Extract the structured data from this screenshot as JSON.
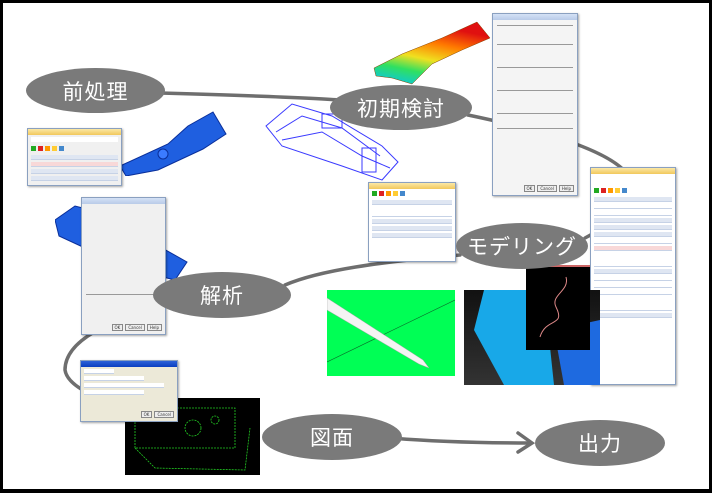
{
  "steps": {
    "preprocess": "前処理",
    "initial_study": "初期検討",
    "modeling": "モデリング",
    "analysis": "解析",
    "drawing": "図面",
    "output": "出力"
  },
  "dialog_buttons": {
    "ok": "OK",
    "cancel": "Cancel",
    "help": "Help"
  },
  "colors": {
    "node": "#7a7a7a",
    "connector": "#6e6e6e",
    "mesh_blue": "#1f5fe0",
    "green_bg": "#00ff55"
  }
}
